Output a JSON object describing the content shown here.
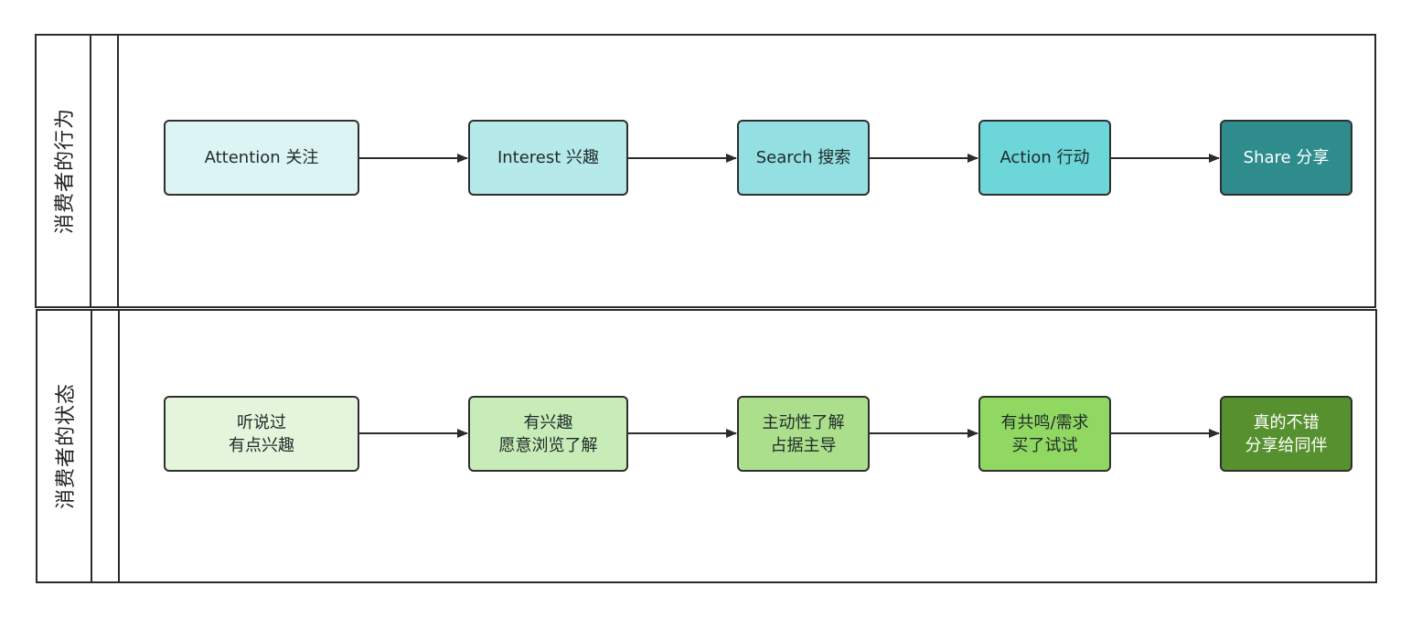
{
  "colors": {
    "behavior": [
      "#ddf4f4",
      "#b6e9ea",
      "#93dfe1",
      "#6cd6d8",
      "#2f8c8d"
    ],
    "state": [
      "#e4f5db",
      "#c8ecb7",
      "#acdf8c",
      "#90d862",
      "#56902f"
    ],
    "stroke": "#2b2b2b"
  },
  "lanes": {
    "behavior": {
      "title": "消费者的行为",
      "nodes": [
        "Attention 关注",
        "Interest 兴趣",
        "Search 搜索",
        "Action 行动",
        "Share 分享"
      ]
    },
    "state": {
      "title": "消费者的状态",
      "nodes": [
        "听说过\n有点兴趣",
        "有兴趣\n愿意浏览了解",
        "主动性了解\n占据主导",
        "有共鸣/需求\n买了试试",
        "真的不错\n分享给同伴"
      ]
    }
  }
}
